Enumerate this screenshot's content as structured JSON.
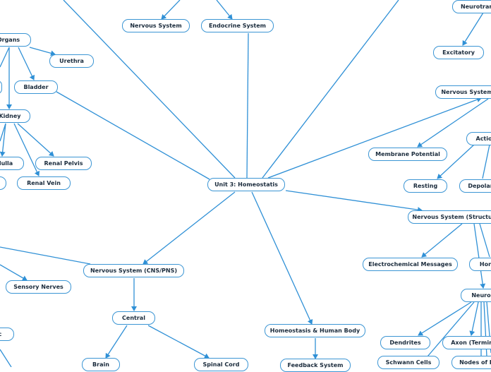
{
  "map": {
    "edge_color": "#2f90d6",
    "root": "Unit 3: Homeostatis",
    "nodes": {
      "nervous_system_top": "Nervous System",
      "endocrine_system": "Endocrine System",
      "neurotransmitters": "Neurotran",
      "excitatory": "Excitatory",
      "organs": "Organs",
      "urethra": "Urethra",
      "bladder": "Bladder",
      "kidney": "Kidney",
      "medulla": "dulla",
      "renal_pelvis": "Renal Pelvis",
      "renal_vein": "Renal Vein",
      "nervous_system_right": "Nervous System",
      "membrane_potential": "Membrane Potential",
      "action": "Actio",
      "resting": "Resting",
      "depolarization": "Depolar",
      "nervous_system_structure": "Nervous System (Structur",
      "electrochemical_messages": "Electrochemical Messages",
      "hormones": "Hor",
      "neuron": "Neuro",
      "dendrites": "Dendrites",
      "axon": "Axon (Termin",
      "schwann_cells": "Schwann Cells",
      "nodes_of_ranvier": "Nodes of R",
      "nervous_system_cns_pns": "Nervous System (CNS/PNS)",
      "sensory_nerves": "Sensory Nerves",
      "central": "Central",
      "brain": "Brain",
      "spinal_cord": "Spinal Cord",
      "autonomic": "c",
      "homeostasis_human_body": "Homeostasis & Human Body",
      "feedback_system": "Feedback System"
    }
  }
}
